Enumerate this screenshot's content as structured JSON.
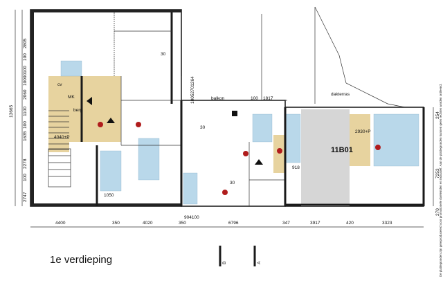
{
  "floor_label": "1e verdieping",
  "unit_label": "11B01",
  "rooms": {
    "cv": "cv",
    "berg": "berg",
    "balkon": "balkon",
    "dakterras": "dakterras",
    "mk": "MK",
    "m4040": "4040+P",
    "m2930": "2930+P",
    "m918": "918",
    "m1050": "1050"
  },
  "dims_bottom": [
    "4400",
    "350",
    "4020",
    "350",
    "904100",
    "6796",
    "347",
    "3917",
    "420",
    "3323"
  ],
  "dims_left": [
    "2805",
    "100",
    "10000100",
    "2060",
    "1100",
    "100",
    "1635",
    "2278",
    "100",
    "2747"
  ],
  "dim_left_total": "13665",
  "dims_right": [
    "254",
    "7253",
    "270"
  ],
  "dims_top_mid": [
    "100",
    "1817"
  ],
  "dims_vertical_mid": "10052701264",
  "dim_30": "30",
  "section_labels": [
    "B",
    "A"
  ],
  "disclaimer": "De plattegronden zijn gereproduceerd voor promotionele doeleinden en indicatief. Aan de plattegronden kunnen geen rechten worden ontleend.",
  "colors": {
    "tile": "#b9d8ea",
    "stair": "#e7d39f",
    "grey_area": "#d6d6d6",
    "marker": "#b01c1c"
  }
}
